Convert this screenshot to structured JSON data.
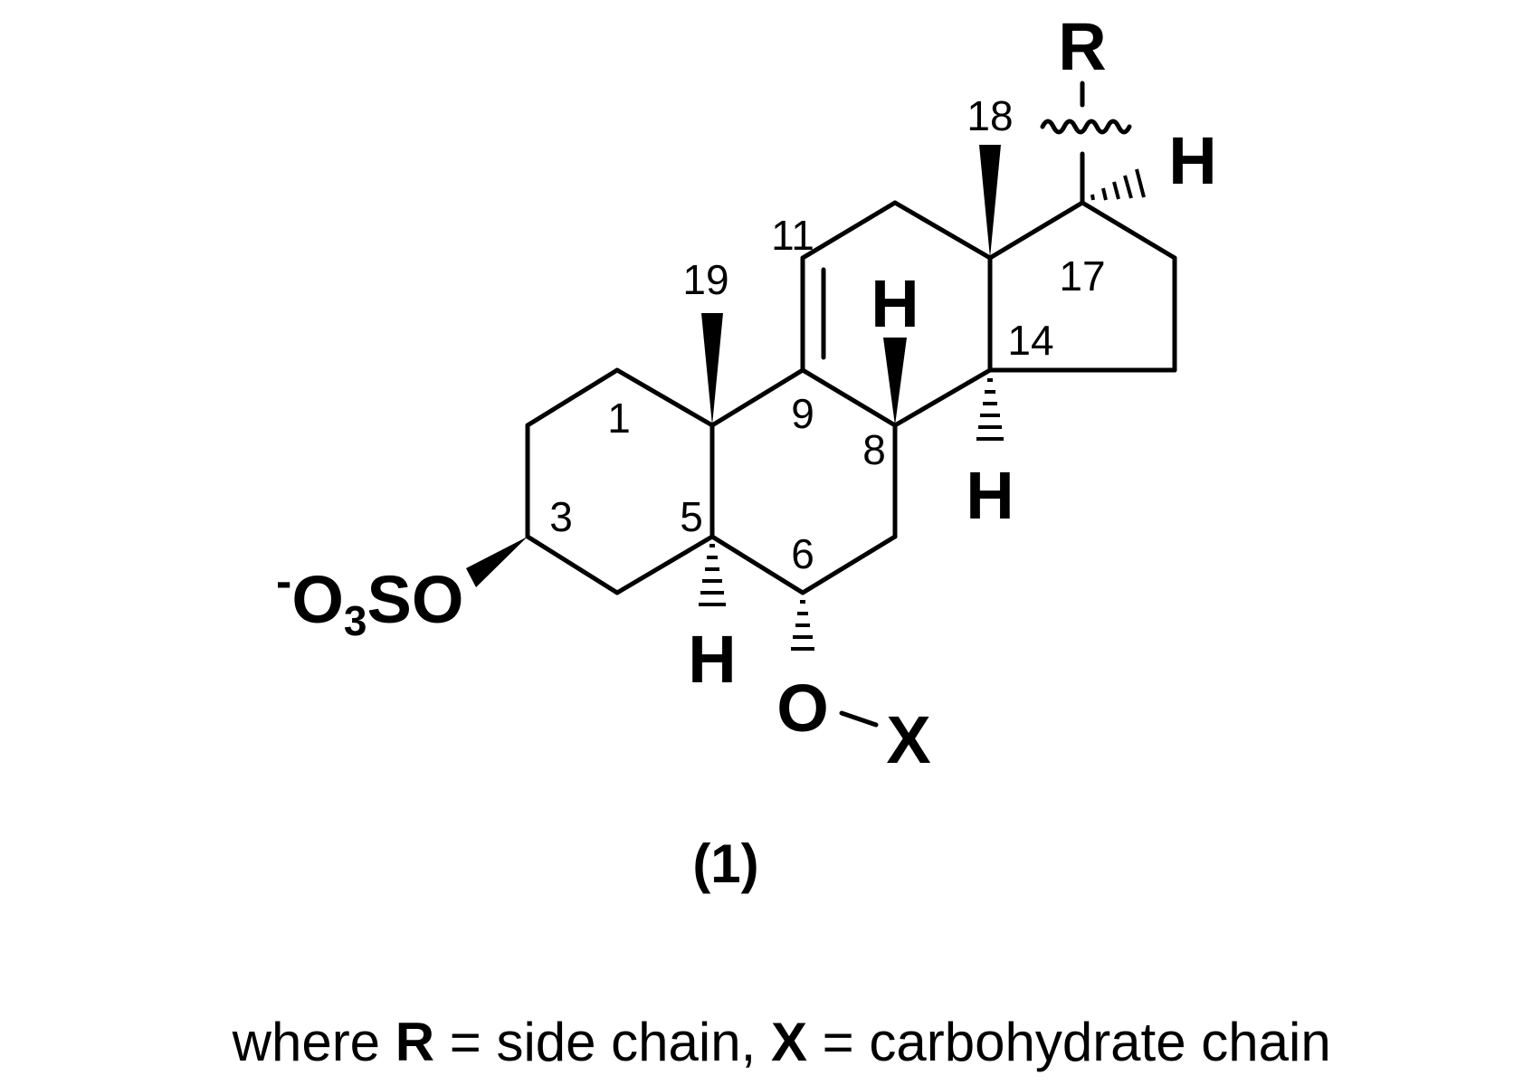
{
  "structure": {
    "compound_id": "(1)",
    "atom_numbers": {
      "c1": "1",
      "c3": "3",
      "c5": "5",
      "c6": "6",
      "c8": "8",
      "c9": "9",
      "c11": "11",
      "c14": "14",
      "c17": "17",
      "c18": "18",
      "c19": "19"
    },
    "substituents": {
      "r": "R",
      "x": "X",
      "o_ether": "O",
      "h5": "H",
      "h8": "H",
      "h14": "H",
      "h17": "H",
      "sulfate_charge": "-",
      "sulfate_o": "O",
      "sulfate_sub": "3",
      "sulfate_rest": "SO"
    }
  },
  "caption": {
    "prefix": "where ",
    "r_symbol": "R",
    "r_text": " = side chain, ",
    "x_symbol": "X",
    "x_text": " = carbohydrate chain"
  }
}
